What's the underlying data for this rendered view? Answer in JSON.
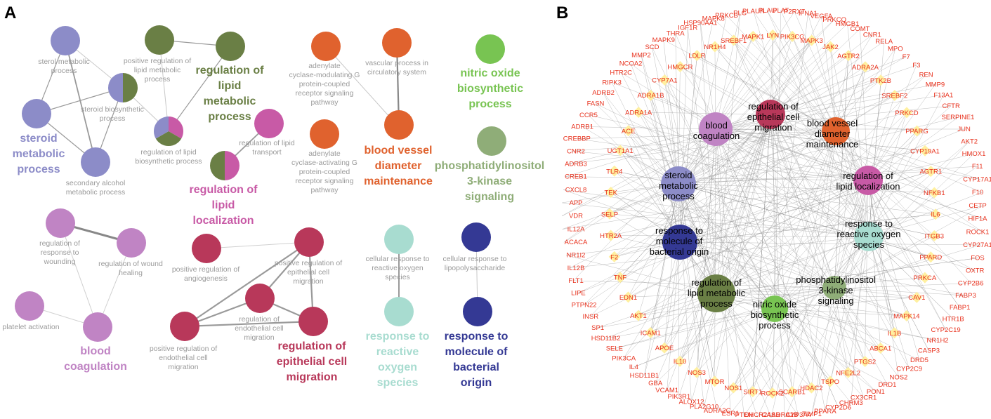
{
  "panels": {
    "a": "A",
    "b": "B"
  },
  "colors": {
    "steroid": "#8c8cc8",
    "lipid_metabolic": "#6a7f45",
    "lipid_localization": "#c85aa6",
    "adenylate": "#e0622e",
    "nitric": "#78c452",
    "pi3k": "#8fad78",
    "blood_coag": "#c084c4",
    "epithelial": "#b8385a",
    "ros": "#a8dcd0",
    "bacterial": "#343994",
    "gene": "#e8321e",
    "diamond": "#fff0a0",
    "edge": "#888888"
  },
  "panel_a": {
    "small_labels": [
      "sterol metabolic",
      "process",
      "positive regulation of",
      "lipid metabolic",
      "process",
      "steroid biosynthetic",
      "process",
      "regulation of lipid",
      "biosynthetic process",
      "secondary alcohol",
      "metabolic process",
      "regulation of lipid",
      "transport",
      "adenylate",
      "cyclase-modulating G",
      "protein-coupled",
      "receptor signaling",
      "pathway",
      "vascular process in",
      "circulatory system",
      "adenylate",
      "cyclase-activating G",
      "protein-coupled",
      "receptor signaling",
      "pathway",
      "regulation of",
      "response to",
      "wounding",
      "regulation of wound",
      "healing",
      "platelet activation",
      "positive regulation of",
      "angiogenesis",
      "positive regulation of",
      "epithelial cell",
      "migration",
      "regulation of",
      "endothelial cell",
      "migration",
      "positive regulation of",
      "endothelial cell",
      "migration",
      "cellular response to",
      "reactive oxygen",
      "species",
      "cellular response to",
      "lipopolysaccharide"
    ],
    "big_labels": [
      "steroid",
      "metabolic",
      "process",
      "regulation of",
      "lipid",
      "metabolic",
      "process",
      "regulation of",
      "lipid",
      "localization",
      "blood vessel",
      "diameter",
      "maintenance",
      "nitric oxide",
      "biosynthetic",
      "process",
      "phosphatidylinositol",
      "3-kinase",
      "signaling",
      "blood",
      "coagulation",
      "regulation of",
      "epithelial cell",
      "migration",
      "response to",
      "reactive",
      "oxygen",
      "species",
      "response to",
      "molecule of",
      "bacterial",
      "origin"
    ]
  },
  "panel_b": {
    "hubs": [
      "regulation of",
      "epithelial cell",
      "migration",
      "blood vessel",
      "diameter",
      "maintenance",
      "blood",
      "coagulation",
      "regulation of",
      "lipid localization",
      "steroid",
      "metabolic",
      "process",
      "response to",
      "reactive oxygen",
      "species",
      "response to",
      "molecule of",
      "bacterial origin",
      "regulation of",
      "lipid metabolic",
      "process",
      "nitric oxide",
      "biosynthetic",
      "process",
      "phosphatidylinositol",
      "3-kinase",
      "signaling"
    ],
    "outer_genes": [
      "PRKCB",
      "PLG",
      "PLAUR",
      "PLAU",
      "PLAT",
      "P2RX7",
      "IFNA1",
      "VEGFA",
      "PRKCQ",
      "HMGB1",
      "COMT",
      "CNR1",
      "RELA",
      "MPO",
      "F7",
      "F3",
      "REN",
      "MMP9",
      "F13A1",
      "CFTR",
      "SERPINE1",
      "JUN",
      "AKT2",
      "HMOX1",
      "F11",
      "CYP17A1",
      "F10",
      "CETP",
      "HIF1A",
      "ROCK1",
      "CYP27A1",
      "FOS",
      "OXTR",
      "CYP2B6",
      "FABP3",
      "FABP1",
      "HTR1B",
      "CYP2C19",
      "NR1H2",
      "CASP3",
      "DRD5",
      "CYP2C9",
      "NOS2",
      "DRD1",
      "PON1",
      "CX3CR1",
      "CHRM3",
      "CYP2D6",
      "PPARA",
      "TIMP1",
      "CYP3A4",
      "ADRA2B",
      "CASR",
      "DHCR24",
      "PTEN",
      "ESR1",
      "ADRA2C",
      "PLA2G10",
      "ALOX12",
      "PIK3R1",
      "VCAM1",
      "GBA",
      "HSD11B1",
      "IL4",
      "PIK3CA",
      "SELE",
      "HSD11B2",
      "SP1",
      "INSR",
      "PTPN22",
      "LIPE",
      "FLT1",
      "IL12B",
      "NR1I2",
      "ACACA",
      "IL12A",
      "VDR",
      "APP",
      "CXCL8",
      "CREB1",
      "ADRB3",
      "CNR2",
      "CREBBP",
      "ADRB1",
      "CCR5",
      "FASN",
      "ADRB2",
      "RIPK3",
      "HTR2C",
      "NCOA2",
      "MMP2",
      "SCD",
      "MAPK9",
      "THRA",
      "IGF1R",
      "HSP90AA1",
      "MAPK8"
    ],
    "inner_genes": [
      "MAPK1",
      "LYN",
      "PIK3CG",
      "MAPK3",
      "JAK2",
      "AGTR2",
      "ADRA2A",
      "PTK2B",
      "SREBF2",
      "PRKCD",
      "PPARG",
      "CYP19A1",
      "AGTR1",
      "NFKB1",
      "IL6",
      "ITGB3",
      "PPARD",
      "PRKCA",
      "CAV1",
      "MAPK14",
      "IL1B",
      "ABCA1",
      "PTGS2",
      "NFE2L2",
      "TSPO",
      "HDAC2",
      "SCARB1",
      "ROCK2",
      "SIRT1",
      "NOS1",
      "MTOR",
      "NOS3",
      "IL10",
      "APOE",
      "ICAM1",
      "AKT1",
      "EDN1",
      "TNF",
      "F2",
      "HTR2A",
      "SELP",
      "TEK",
      "TLR4",
      "UGT1A1",
      "ACE",
      "ADRA1A",
      "ADRA1B",
      "CYP7A1",
      "HMGCR",
      "LDLR",
      "NR1H4",
      "SREBF1"
    ]
  }
}
